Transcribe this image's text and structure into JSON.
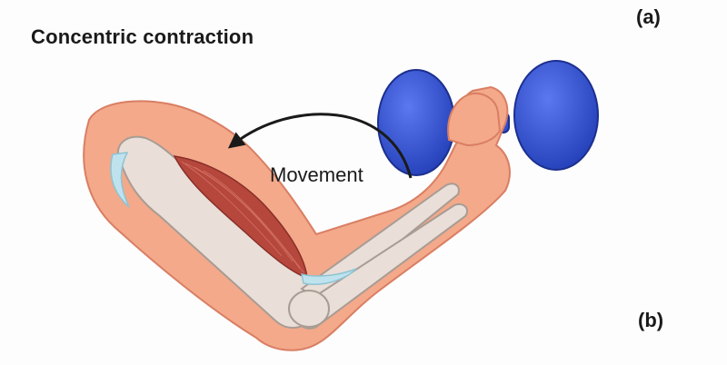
{
  "title": "Concentric contraction",
  "labels": {
    "panel_a": "(a)",
    "panel_b": "(b)",
    "movement": "Movement"
  },
  "colors": {
    "skin": "#f3a98a",
    "skin_outline": "#d97e63",
    "bone": "#e9dfd8",
    "bone_outline": "#a89c94",
    "muscle": "#b6473d",
    "tendon": "#bfe3ee",
    "dumbbell": "#2f4fd0",
    "dumbbell_dark": "#1c2f8f",
    "arrow": "#1a1a1a"
  }
}
